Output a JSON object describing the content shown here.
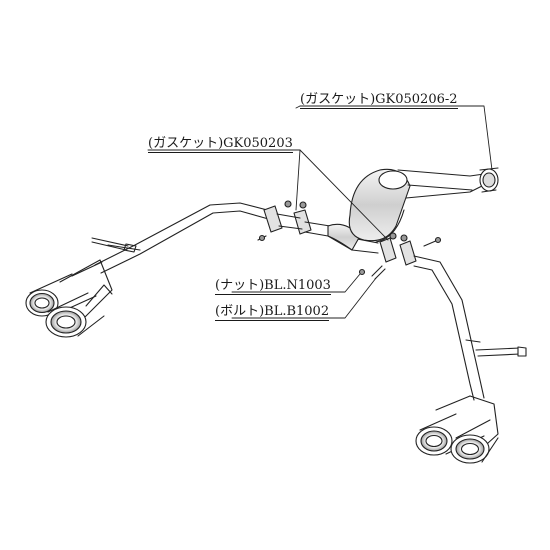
{
  "callouts": {
    "gasket_rear": "(ガスケット)GK050206-2",
    "gasket_center": "(ガスケット)GK050203",
    "nut": "(ナット)BL.N1003",
    "bolt": "(ボルト)BL.B1002"
  },
  "colors": {
    "line": "#222222",
    "pipe_fill": "#ffffff",
    "shade": "#d8d8d8",
    "dark": "#555555"
  }
}
